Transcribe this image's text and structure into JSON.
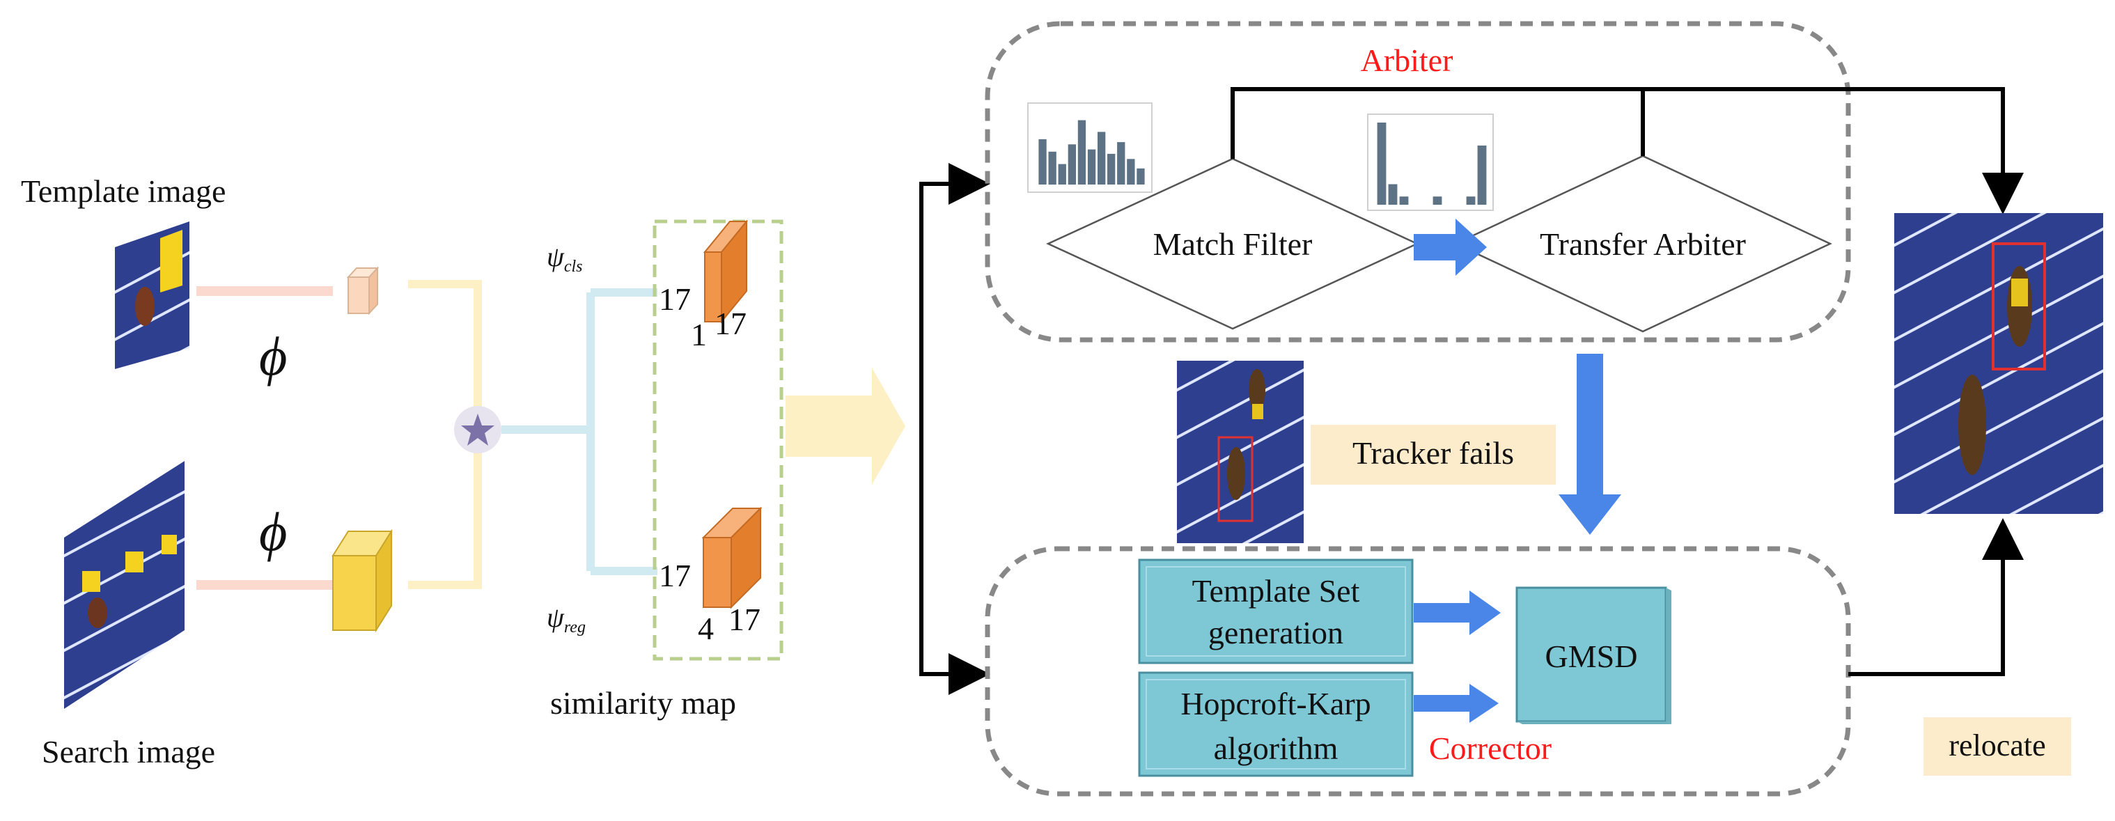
{
  "left": {
    "template_label": "Template image",
    "search_label": "Search image",
    "phi_symbol": "ϕ",
    "psi_cls": "ψ",
    "psi_cls_sub": "cls",
    "psi_reg": "ψ",
    "psi_reg_sub": "reg",
    "similarity_label": "similarity map",
    "cls_map": {
      "height": "17",
      "depth": "1",
      "width": "17"
    },
    "reg_map": {
      "height": "17",
      "depth": "4",
      "width": "17"
    }
  },
  "arbiter": {
    "title": "Arbiter",
    "match_filter": "Match Filter",
    "transfer_arbiter": "Transfer Arbiter",
    "histogram_1": [
      0.62,
      0.45,
      0.28,
      0.55,
      0.88,
      0.48,
      0.72,
      0.42,
      0.58,
      0.35,
      0.22
    ],
    "histogram_2": [
      1.0,
      0.25,
      0.1,
      0.0,
      0.0,
      0.1,
      0.0,
      0.0,
      0.1,
      0.72
    ]
  },
  "tracker_fails": "Tracker fails",
  "corrector": {
    "title": "Corrector",
    "template_set": [
      "Template Set",
      "generation"
    ],
    "hopcroft": [
      "Hopcroft-Karp",
      "algorithm"
    ],
    "gmsd": "GMSD"
  },
  "relocate": "relocate",
  "colors": {
    "track_blue": "#2c3f8f",
    "cyan_box": "#7ec8d6",
    "arrow_blue": "#4a86e8",
    "orange_cube": "#f0954a",
    "yellow_cube": "#f7d34c",
    "label_bg": "#fdeccc",
    "arbiter_red": "#ff1a1a"
  }
}
